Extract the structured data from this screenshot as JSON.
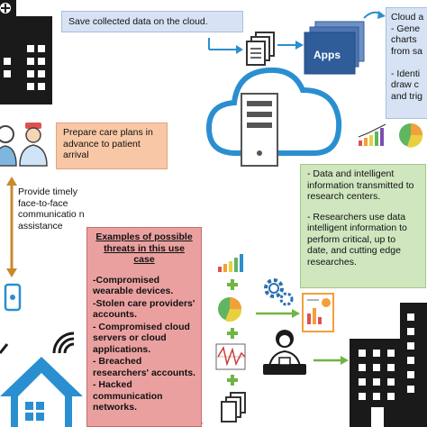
{
  "save_note": "Save collected data on the cloud.",
  "apps_label": "Apps",
  "cloud_note": "Cloud a\n- Gene\ncharts\nfrom sa\n\n- Identi\ndraw c\nand trig",
  "prepare_note": "Prepare care plans in advance to patient arrival",
  "provide_note": "Provide timely face-to-face communicatio n assistance",
  "research_note": {
    "items": [
      "- Data and intelligent information transmitted to research centers.",
      "- Researchers use data intelligent information to perform critical, up to date, and cutting edge researches."
    ]
  },
  "threats": {
    "title": "Examples of possible threats in this use case",
    "items": [
      "-Compromised wearable devices.",
      "-Stolen care providers' accounts.",
      "- Compromised cloud servers or cloud applications.",
      "- Breached researchers' accounts.",
      "- Hacked communication networks."
    ]
  },
  "colors": {
    "blue_box": "#d7e3f4",
    "orange_box": "#f8c8a6",
    "green_box": "#cfe6bf",
    "red_box": "#eba0a0",
    "cloud_blue": "#2a8fd0",
    "apps_blue": "#2f5d9a"
  },
  "icons": [
    "hospital-building-icon",
    "doctor-icon",
    "nurse-icon",
    "smartphone-icon",
    "house-icon",
    "wifi-icon",
    "cloud-icon",
    "server-icon",
    "documents-icon",
    "apps-window-icon",
    "bar-chart-icon",
    "pie-chart-icon",
    "gear-icon",
    "research-report-icon",
    "researcher-icon",
    "research-building-icon",
    "waveform-icon",
    "plus-icon",
    "arrow-icon"
  ]
}
